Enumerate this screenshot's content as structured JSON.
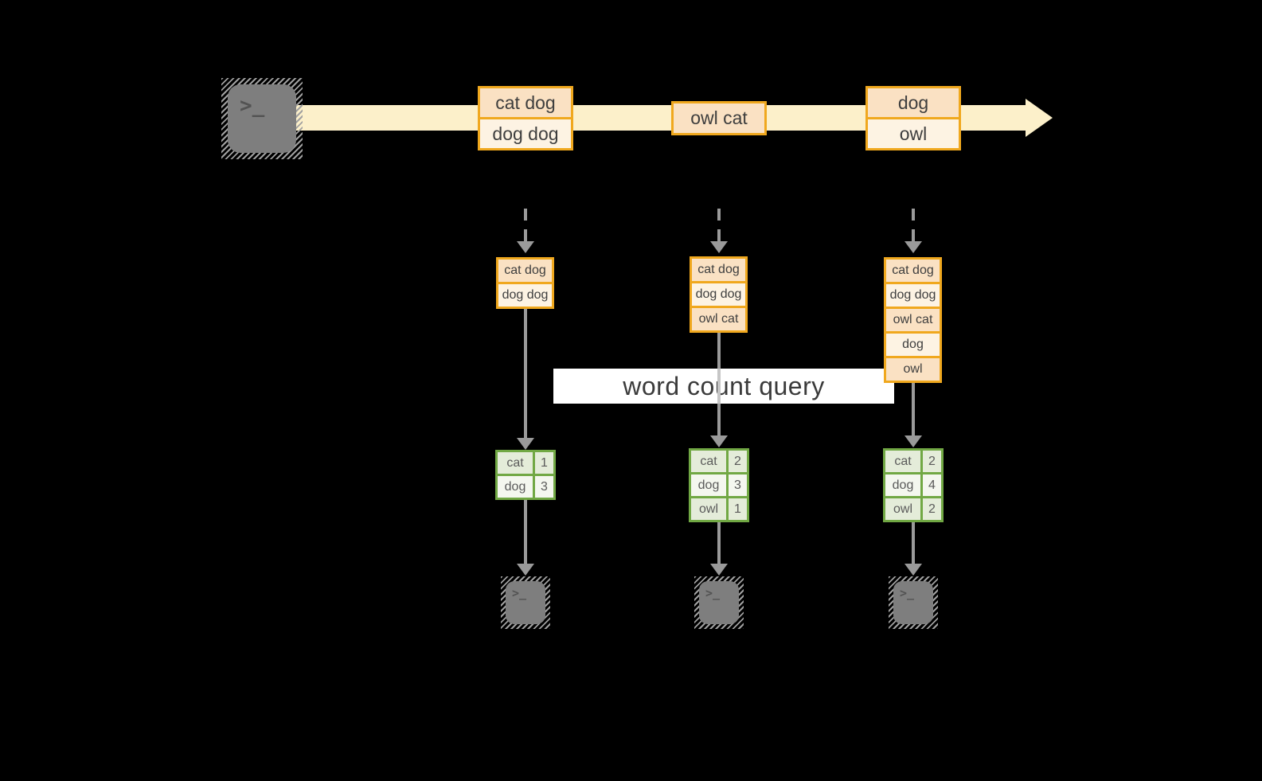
{
  "query_label": "word count query",
  "icons": {
    "terminal_prompt": ">_"
  },
  "palette": {
    "background": "#000000",
    "stream_band": "#FCF0CA",
    "record_border": "#F0A81E",
    "record_fill_dark": "#FAE1C3",
    "record_fill_light": "#FDF3E3",
    "table_border": "#71A844",
    "table_row_a": "#E4ECD9",
    "table_row_b": "#F4F7EF",
    "arrow_gray": "#9A9A9A",
    "terminal_gray": "#7E7E7E"
  },
  "stream": {
    "events": [
      {
        "lines": [
          "cat dog",
          "dog dog"
        ]
      },
      {
        "lines": [
          "owl cat"
        ]
      },
      {
        "lines": [
          "dog",
          "owl"
        ]
      }
    ]
  },
  "columns": [
    {
      "buffer": [
        "cat dog",
        "dog dog"
      ],
      "counts": [
        {
          "word": "cat",
          "n": "1"
        },
        {
          "word": "dog",
          "n": "3"
        }
      ]
    },
    {
      "buffer": [
        "cat dog",
        "dog dog",
        "owl cat"
      ],
      "counts": [
        {
          "word": "cat",
          "n": "2"
        },
        {
          "word": "dog",
          "n": "3"
        },
        {
          "word": "owl",
          "n": "1"
        }
      ]
    },
    {
      "buffer": [
        "cat dog",
        "dog dog",
        "owl cat",
        "dog",
        "owl"
      ],
      "counts": [
        {
          "word": "cat",
          "n": "2"
        },
        {
          "word": "dog",
          "n": "4"
        },
        {
          "word": "owl",
          "n": "2"
        }
      ]
    }
  ]
}
